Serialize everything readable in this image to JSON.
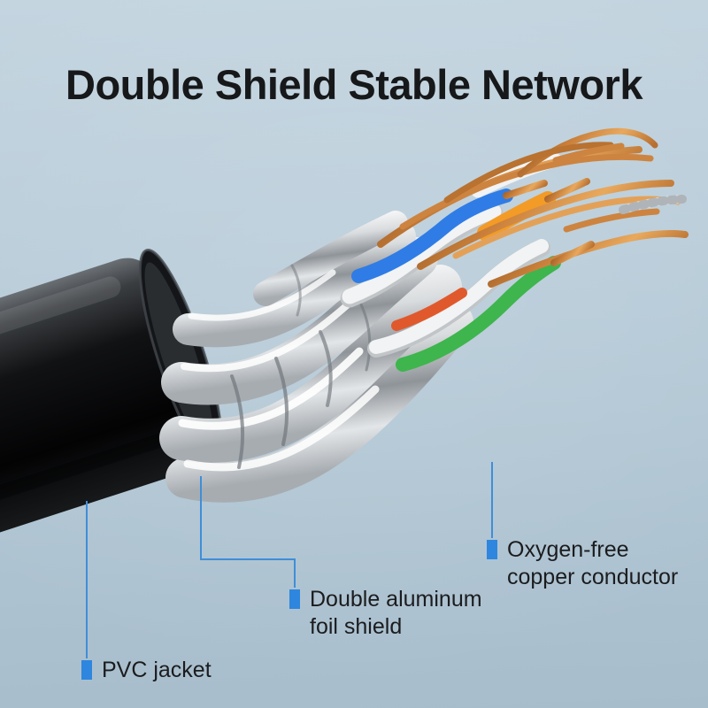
{
  "title": "Double Shield Stable Network",
  "labels": {
    "pvc_jacket": "PVC jacket",
    "foil_shield": "Double aluminum foil shield",
    "copper_conductor": "Oxygen-free copper conductor"
  },
  "colors": {
    "callout_accent": "#2e86de",
    "callout_line": "#3f8ed8",
    "background_top": "#c4d5e0",
    "background_bottom": "#a7bdcc",
    "title_text": "#17181a",
    "label_text": "#1b1c1e"
  },
  "illustration": {
    "type": "ethernet-cable-cutaway",
    "parts": [
      {
        "name": "pvc-jacket",
        "color": "#0d0e10"
      },
      {
        "name": "aluminum-foil-shield",
        "color": "#c6cacd"
      },
      {
        "name": "twisted-pair-wires",
        "colors": [
          "#f1f3f4",
          "#2f7ce6",
          "#3eb54d",
          "#f39b27",
          "#e0592c"
        ]
      },
      {
        "name": "copper-conductors",
        "color": "#c97f3a"
      }
    ]
  }
}
